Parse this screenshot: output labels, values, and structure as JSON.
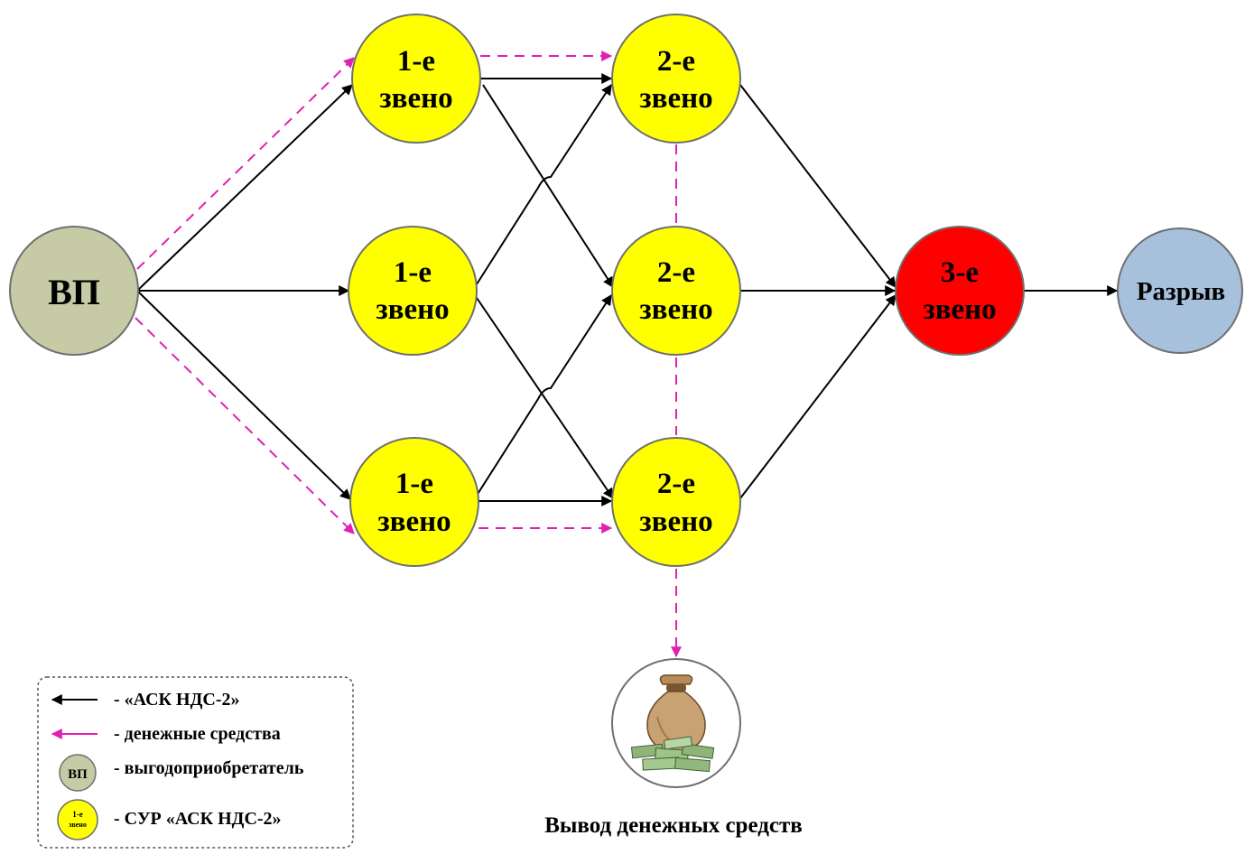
{
  "colors": {
    "black_arrow": "#000000",
    "money_arrow": "#e020b4",
    "vp_fill": "#c6cba6",
    "link_fill": "#ffff00",
    "third_link_fill": "#ff0000",
    "gap_fill": "#a7c1dd",
    "bag_fill": "#c9a273",
    "cash_fill": "#8fb47a"
  },
  "nodes": {
    "vp": {
      "label": "ВП"
    },
    "l1_top": {
      "line1": "1-е",
      "line2": "звено"
    },
    "l1_mid": {
      "line1": "1-е",
      "line2": "звено"
    },
    "l1_bot": {
      "line1": "1-е",
      "line2": "звено"
    },
    "l2_top": {
      "line1": "2-е",
      "line2": "звено"
    },
    "l2_mid": {
      "line1": "2-е",
      "line2": "звено"
    },
    "l2_bot": {
      "line1": "2-е",
      "line2": "звено"
    },
    "l3": {
      "line1": "3-е",
      "line2": "звено"
    },
    "gap": {
      "label": "Разрыв"
    }
  },
  "withdrawal": {
    "icon": "money-bag-icon",
    "caption": "Вывод денежных средств"
  },
  "legend": {
    "items": [
      {
        "symbol": "black-arrow",
        "text": "- «АСК НДС-2»"
      },
      {
        "symbol": "magenta-arrow",
        "text": "- денежные средства"
      },
      {
        "symbol": "vp-circle",
        "symbol_label": "ВП",
        "text": "- выгодоприобретатель"
      },
      {
        "symbol": "link-circle",
        "symbol_label_1": "1-е",
        "symbol_label_2": "звено",
        "text": "- СУР «АСК НДС-2»"
      }
    ]
  }
}
